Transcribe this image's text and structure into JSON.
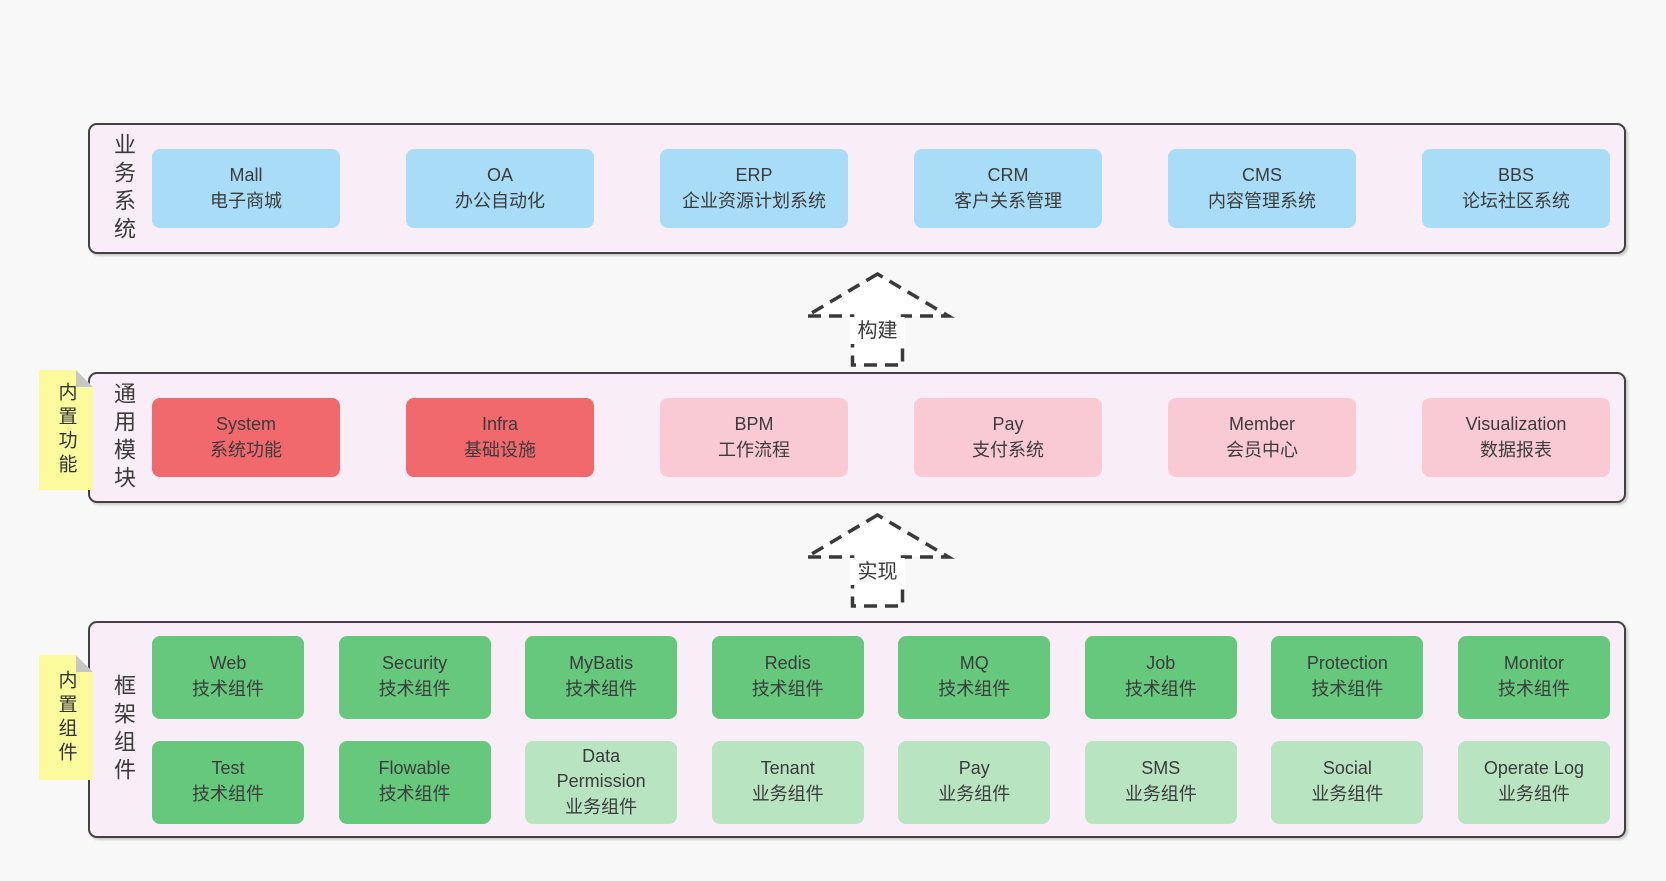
{
  "colors": {
    "page_bg": "#f8f8f8",
    "container_fill": "#f9eef8",
    "container_border": "#424242",
    "blue_box": "#a9dcf7",
    "red_box": "#f2696d",
    "pink_box": "#facad4",
    "green_box": "#66c87c",
    "light_green_box": "#b9e4c1",
    "note_yellow": "#fbfa9d",
    "text": "#3b3b3b"
  },
  "sections": {
    "business": {
      "label": "业务系统",
      "boxes": [
        {
          "title": "Mall",
          "subtitle": "电子商城"
        },
        {
          "title": "OA",
          "subtitle": "办公自动化"
        },
        {
          "title": "ERP",
          "subtitle": "企业资源计划系统"
        },
        {
          "title": "CRM",
          "subtitle": "客户关系管理"
        },
        {
          "title": "CMS",
          "subtitle": "内容管理系统"
        },
        {
          "title": "BBS",
          "subtitle": "论坛社区系统"
        }
      ]
    },
    "modules": {
      "label": "通用模块",
      "note": "内置功能",
      "boxes": [
        {
          "title": "System",
          "subtitle": "系统功能"
        },
        {
          "title": "Infra",
          "subtitle": "基础设施"
        },
        {
          "title": "BPM",
          "subtitle": "工作流程"
        },
        {
          "title": "Pay",
          "subtitle": "支付系统"
        },
        {
          "title": "Member",
          "subtitle": "会员中心"
        },
        {
          "title": "Visualization",
          "subtitle": "数据报表"
        }
      ]
    },
    "components": {
      "label": "框架组件",
      "note": "内置组件",
      "row1": [
        {
          "title": "Web",
          "subtitle": "技术组件"
        },
        {
          "title": "Security",
          "subtitle": "技术组件"
        },
        {
          "title": "MyBatis",
          "subtitle": "技术组件"
        },
        {
          "title": "Redis",
          "subtitle": "技术组件"
        },
        {
          "title": "MQ",
          "subtitle": "技术组件"
        },
        {
          "title": "Job",
          "subtitle": "技术组件"
        },
        {
          "title": "Protection",
          "subtitle": "技术组件"
        },
        {
          "title": "Monitor",
          "subtitle": "技术组件"
        }
      ],
      "row2": [
        {
          "title": "Test",
          "subtitle": "技术组件"
        },
        {
          "title": "Flowable",
          "subtitle": "技术组件"
        },
        {
          "title": "Data Permission",
          "subtitle": "业务组件"
        },
        {
          "title": "Tenant",
          "subtitle": "业务组件"
        },
        {
          "title": "Pay",
          "subtitle": "业务组件"
        },
        {
          "title": "SMS",
          "subtitle": "业务组件"
        },
        {
          "title": "Social",
          "subtitle": "业务组件"
        },
        {
          "title": "Operate Log",
          "subtitle": "业务组件"
        }
      ]
    }
  },
  "arrows": [
    {
      "label": "构建"
    },
    {
      "label": "实现"
    }
  ]
}
